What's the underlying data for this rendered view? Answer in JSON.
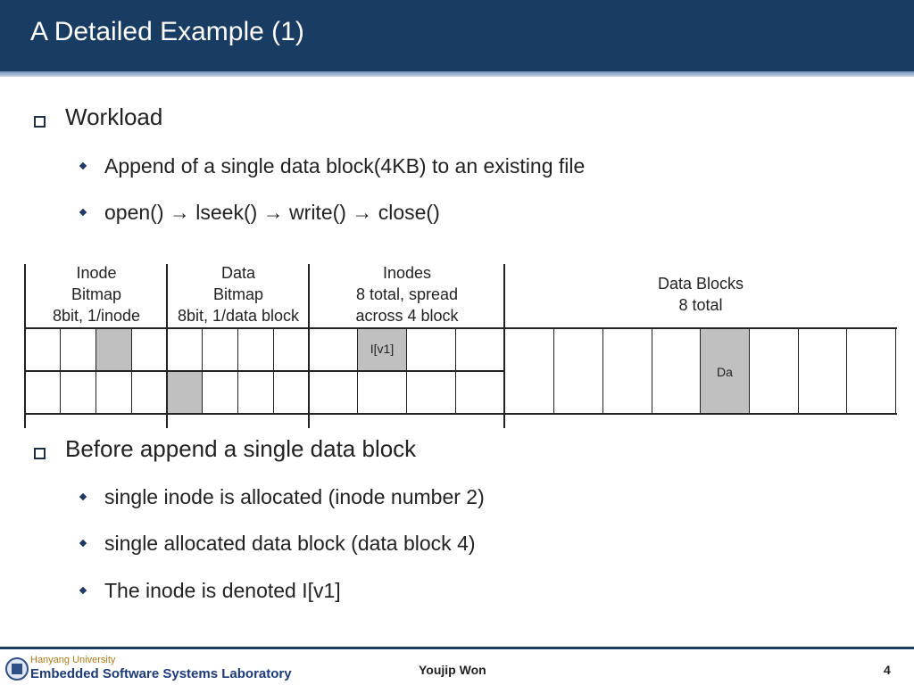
{
  "slide": {
    "title": "A Detailed Example (1)"
  },
  "workload": {
    "heading": "Workload",
    "items": [
      "Append of a single data block(4KB) to an existing file",
      "open() → lseek() → write() → close()"
    ]
  },
  "diagram": {
    "sections": [
      {
        "lines": [
          "Inode",
          "Bitmap",
          "8bit, 1/inode"
        ]
      },
      {
        "lines": [
          "Data",
          "Bitmap",
          "8bit, 1/data block"
        ]
      },
      {
        "lines": [
          "Inodes",
          "8 total, spread",
          "across 4 block"
        ]
      },
      {
        "lines": [
          "Data Blocks",
          "8 total"
        ]
      }
    ],
    "inode_bitmap_allocated": [
      2
    ],
    "data_bitmap_allocated": [
      4
    ],
    "inode_label": "I[v1]",
    "data_block_label": "Da",
    "highlight_color": "#c0c0c0"
  },
  "before": {
    "heading": "Before append a single data block",
    "items": [
      "single inode is allocated (inode number 2)",
      "single allocated data block (data block 4)",
      "The inode is denoted I[v1]"
    ]
  },
  "footer": {
    "university": "Hanyang University",
    "lab": "Embedded Software Systems Laboratory",
    "author": "Youjip Won",
    "page": "4"
  }
}
